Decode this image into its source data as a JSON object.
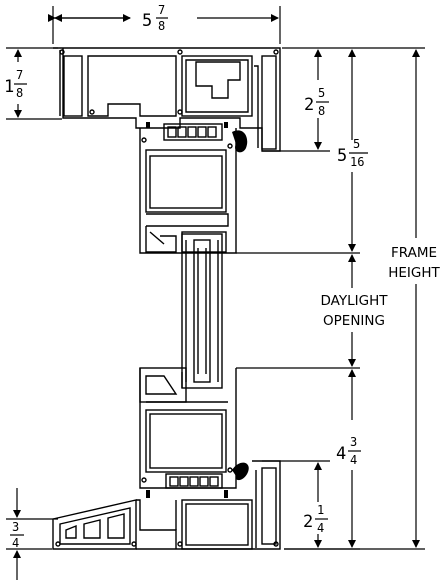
{
  "diagram": {
    "dimensions": {
      "overall_width": {
        "whole": "5",
        "num": "7",
        "den": "8"
      },
      "top_left_height": {
        "whole": "1",
        "num": "7",
        "den": "8"
      },
      "top_right_height": {
        "whole": "2",
        "num": "5",
        "den": "8"
      },
      "top_sash": {
        "whole": "5",
        "num": "5",
        "den": "16"
      },
      "bottom_sash": {
        "whole": "4",
        "num": "3",
        "den": "4"
      },
      "bottom_right_height": {
        "whole": "2",
        "num": "1",
        "den": "4"
      },
      "sill_height": {
        "whole": "",
        "num": "3",
        "den": "4"
      }
    },
    "labels": {
      "frame_height": [
        "FRAME",
        "HEIGHT"
      ],
      "daylight_opening": [
        "DAYLIGHT",
        "OPENING"
      ]
    }
  }
}
